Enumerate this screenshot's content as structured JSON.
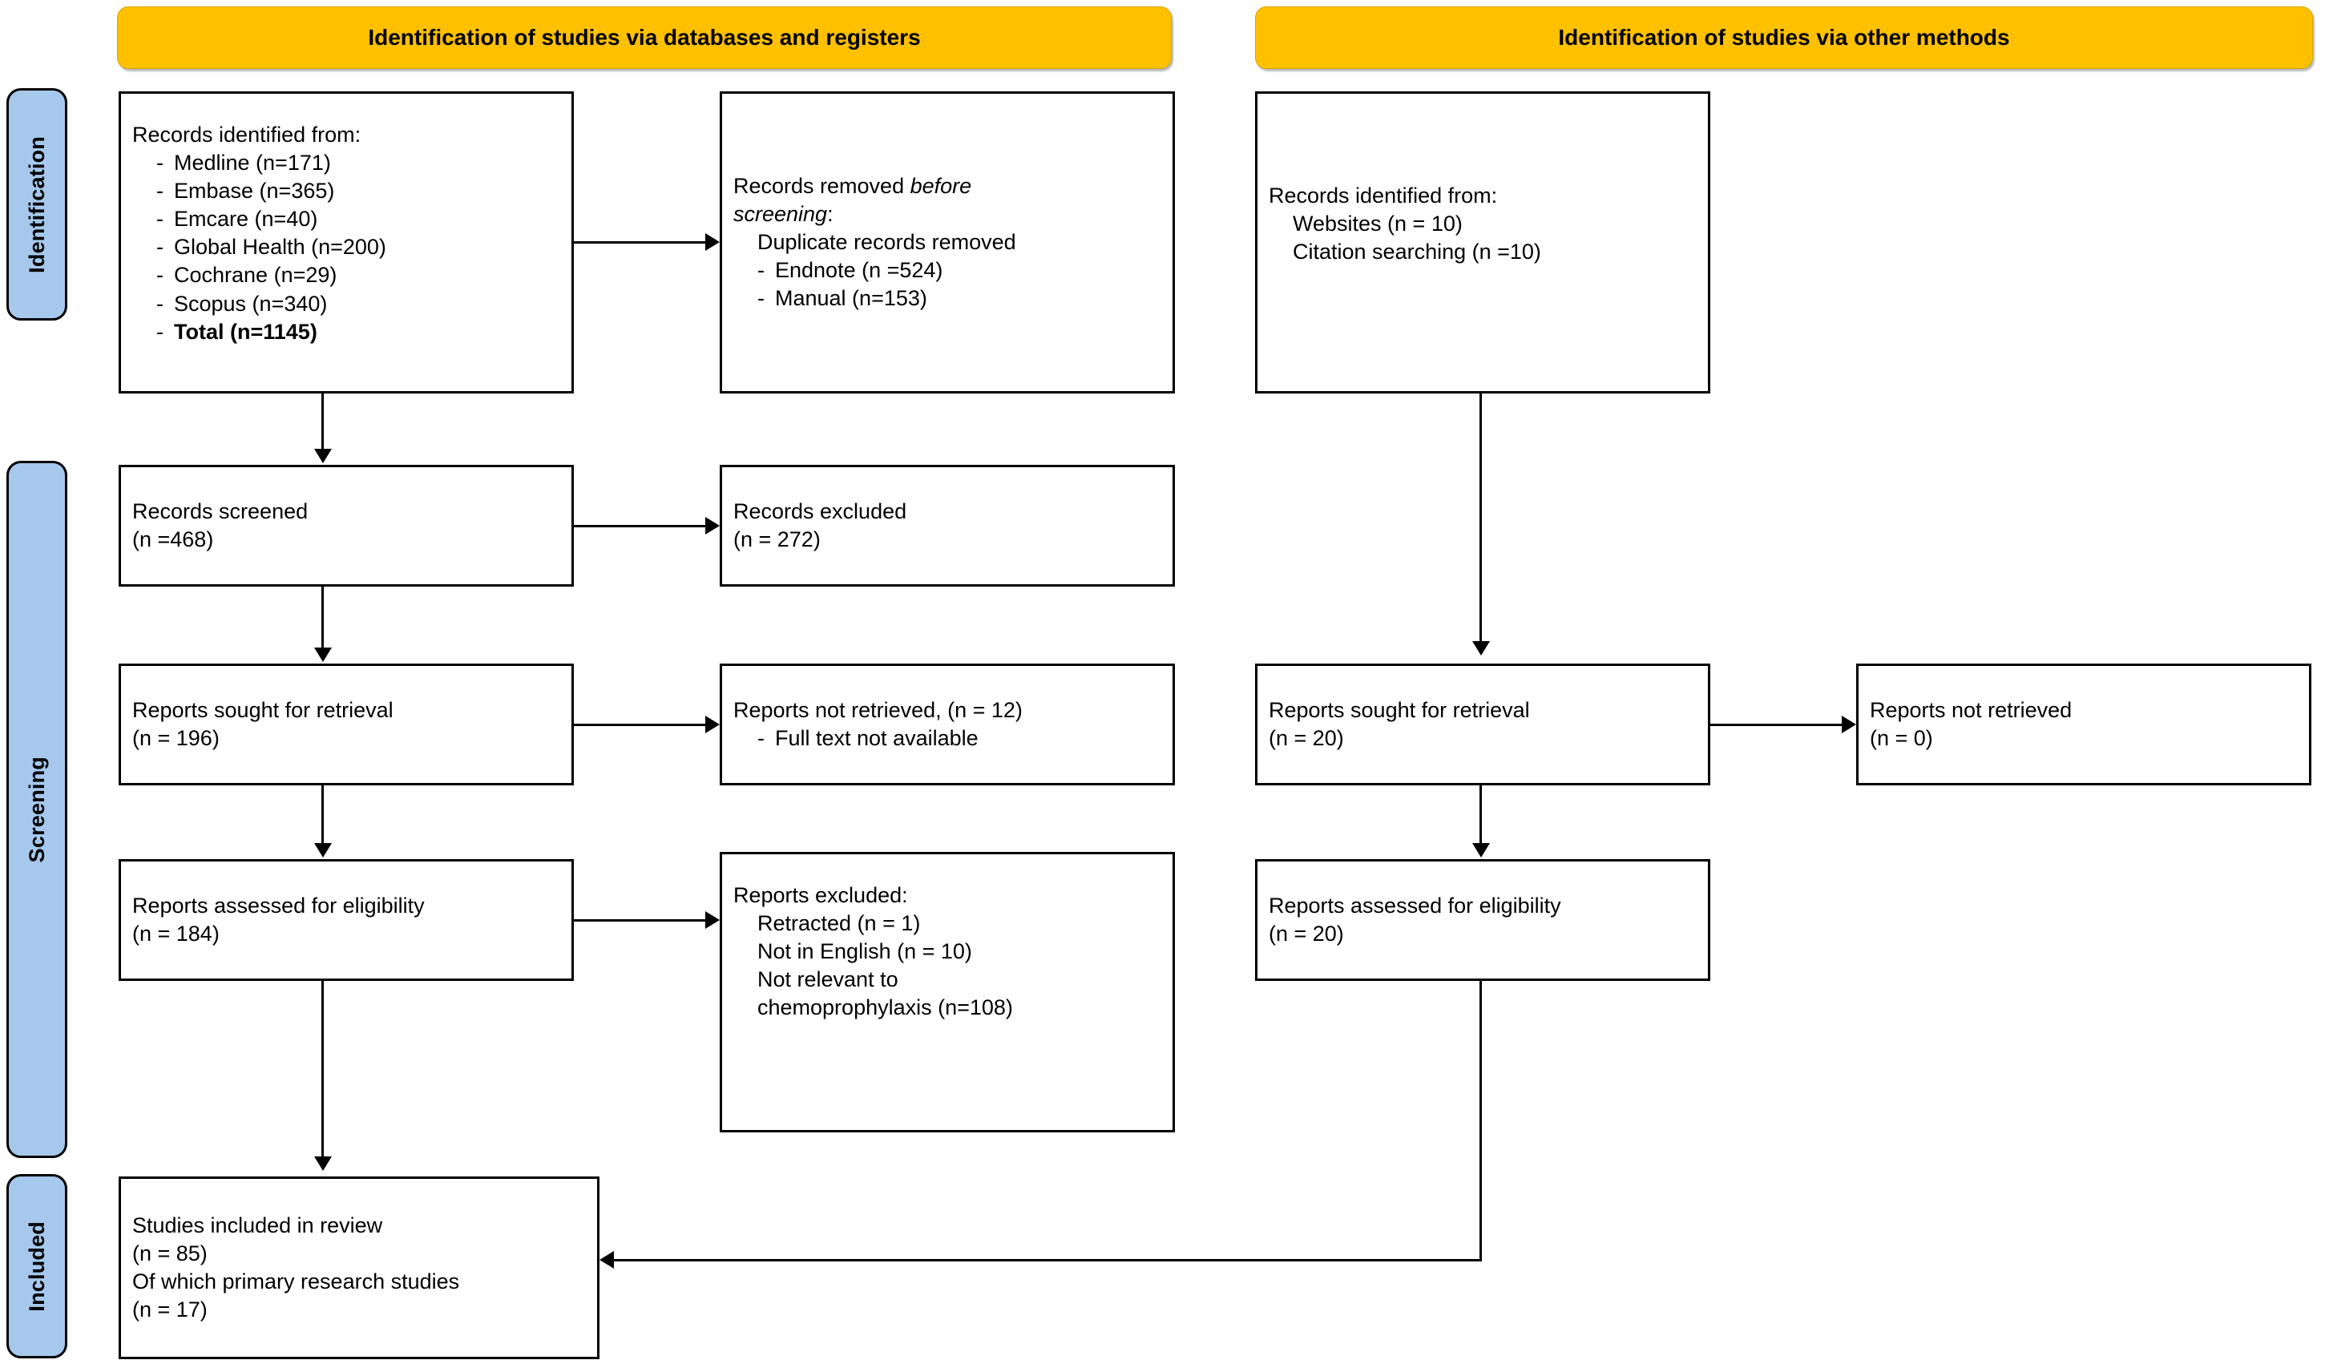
{
  "diagram": {
    "title": "PRISMA 2020 flow diagram",
    "colors": {
      "phase_rail_fill": "#a6c8ec",
      "section_header_fill": "#ffc000",
      "box_border": "#000000",
      "box_fill": "#ffffff"
    }
  },
  "phases": [
    {
      "id": "identification",
      "label": "Identification"
    },
    {
      "id": "screening",
      "label": "Screening"
    },
    {
      "id": "included",
      "label": "Included"
    }
  ],
  "headers": {
    "databases": "Identification of studies via databases and registers",
    "other": "Identification of studies via other methods"
  },
  "databases_column": {
    "records_identified": {
      "title": "Records identified from:",
      "items": [
        {
          "dash": "-",
          "text": "Medline (n=171)",
          "bold": false
        },
        {
          "dash": "-",
          "text": "Embase (n=365)",
          "bold": false
        },
        {
          "dash": "-",
          "text": "Emcare (n=40)",
          "bold": false
        },
        {
          "dash": "-",
          "text": "Global Health (n=200)",
          "bold": false
        },
        {
          "dash": "-",
          "text": "Cochrane (n=29)",
          "bold": false
        },
        {
          "dash": "-",
          "text": "Scopus (n=340)",
          "bold": false
        },
        {
          "dash": "-",
          "text": "Total (n=1145)",
          "bold": true
        }
      ]
    },
    "records_removed": {
      "title_pre": "Records removed ",
      "title_ital_1": "before",
      "title_ital_2": "screening",
      "title_colon": ":",
      "subtitle": "Duplicate records removed",
      "items": [
        {
          "dash": "-",
          "text": "Endnote (n =524)"
        },
        {
          "dash": "-",
          "text": "Manual (n=153)"
        }
      ]
    },
    "records_screened": {
      "line1": "Records screened",
      "line2": "(n =468)"
    },
    "records_excluded": {
      "line1": "Records excluded",
      "line2": "(n = 272)"
    },
    "reports_sought": {
      "line1": "Reports sought for retrieval",
      "line2": "(n = 196)"
    },
    "reports_not_retrieved": {
      "line1": "Reports not retrieved, (n = 12)",
      "items": [
        {
          "dash": "-",
          "text": "Full text not available"
        }
      ]
    },
    "reports_assessed": {
      "line1": "Reports assessed for eligibility",
      "line2": "(n = 184)"
    },
    "reports_excluded": {
      "title": "Reports excluded:",
      "items": [
        "Retracted (n = 1)",
        "Not in English (n = 10)",
        "Not relevant to",
        "chemoprophylaxis (n=108)"
      ]
    }
  },
  "other_methods_column": {
    "records_identified": {
      "title": "Records identified from:",
      "items": [
        "Websites (n = 10)",
        "Citation searching (n =10)"
      ]
    },
    "reports_sought": {
      "line1": "Reports sought for retrieval",
      "line2": "(n = 20)"
    },
    "reports_not_retrieved": {
      "line1": "Reports not retrieved",
      "line2": "(n = 0)"
    },
    "reports_assessed": {
      "line1": "Reports assessed for eligibility",
      "line2": "(n = 20)"
    }
  },
  "included_box": {
    "line1": "Studies included in review",
    "line2": "(n = 85)",
    "line3": "Of which primary research studies",
    "line4": "(n = 17)"
  }
}
